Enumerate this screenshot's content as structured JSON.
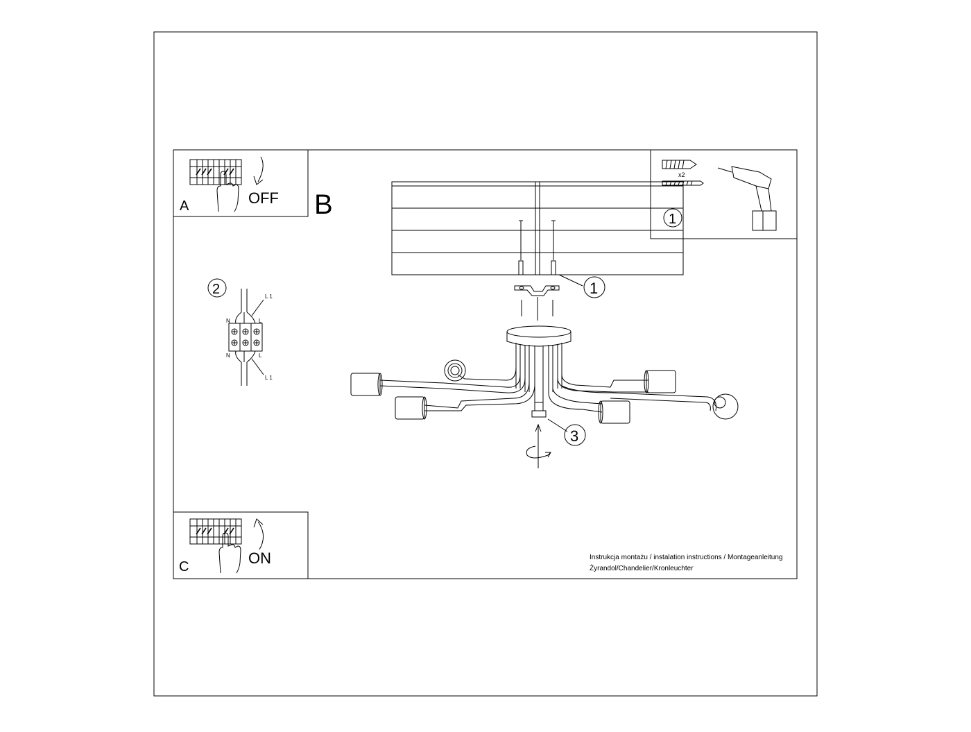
{
  "panel_a": {
    "letter": "A",
    "label": "OFF"
  },
  "panel_b": {
    "letter": "B"
  },
  "panel_c": {
    "letter": "C",
    "label": "ON"
  },
  "kit_box": {
    "step": "1",
    "quantity": "x2"
  },
  "callouts": {
    "step1": "1",
    "step2": "2",
    "step3": "3"
  },
  "wiring": {
    "n_top": "N",
    "l_top": "L",
    "l1_top": "L 1",
    "n_bottom": "N",
    "l_bottom": "L",
    "l1_bottom": "L 1"
  },
  "footer": {
    "line1": "Instrukcja montażu / instalation instructions / Montageanleitung",
    "line2": "Żyrandol/Chandelier/Kronleuchter"
  }
}
